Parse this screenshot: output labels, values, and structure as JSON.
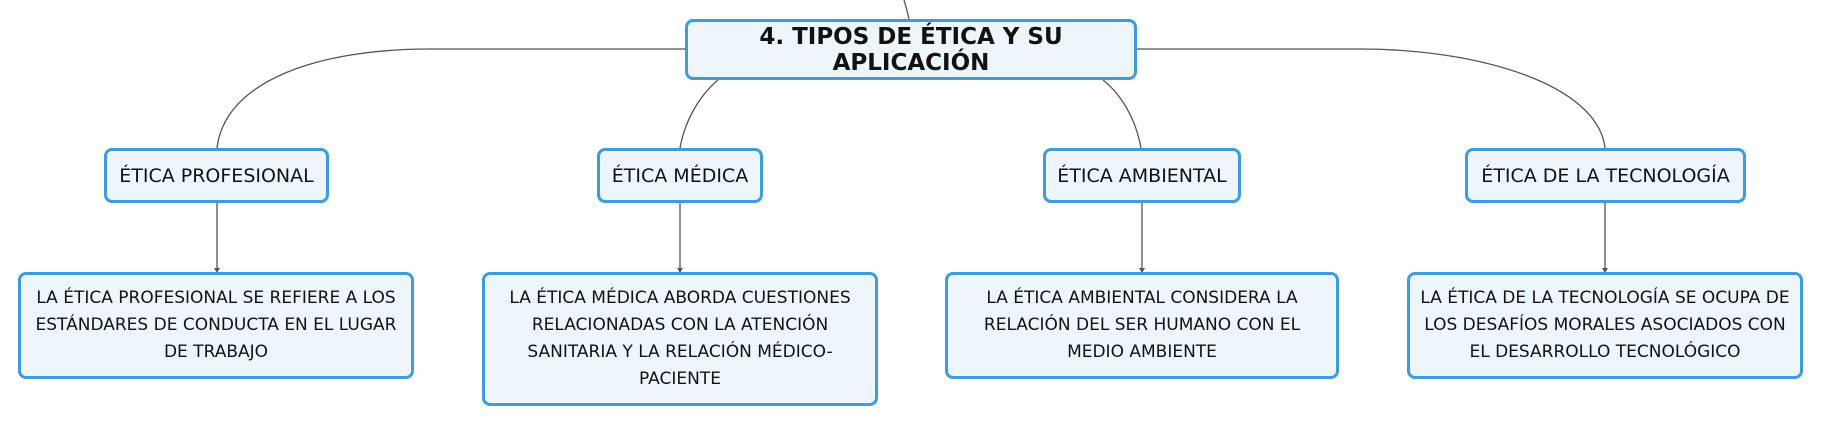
{
  "map": {
    "root": {
      "label": "4. TIPOS DE ÉTICA Y SU APLICACIÓN"
    },
    "branches": [
      {
        "label": "ÉTICA PROFESIONAL",
        "description": "LA ÉTICA PROFESIONAL SE REFIERE A LOS ESTÁNDARES DE CONDUCTA EN EL LUGAR DE TRABAJO"
      },
      {
        "label": "ÉTICA MÉDICA",
        "description": "LA ÉTICA MÉDICA ABORDA CUESTIONES RELACIONADAS CON LA ATENCIÓN SANITARIA Y LA RELACIÓN MÉDICO-PACIENTE"
      },
      {
        "label": "ÉTICA AMBIENTAL",
        "description": "LA ÉTICA AMBIENTAL CONSIDERA LA RELACIÓN DEL SER HUMANO CON EL MEDIO AMBIENTE"
      },
      {
        "label": "ÉTICA DE LA TECNOLOGÍA",
        "description": "LA ÉTICA DE LA TECNOLOGÍA SE OCUPA DE LOS DESAFÍOS MORALES ASOCIADOS CON EL DESARROLLO TECNOLÓGICO"
      }
    ]
  },
  "colors": {
    "node_border": "#3d9be0",
    "node_fill": "#eef6fc",
    "connector": "#555555",
    "text": "#111111"
  }
}
